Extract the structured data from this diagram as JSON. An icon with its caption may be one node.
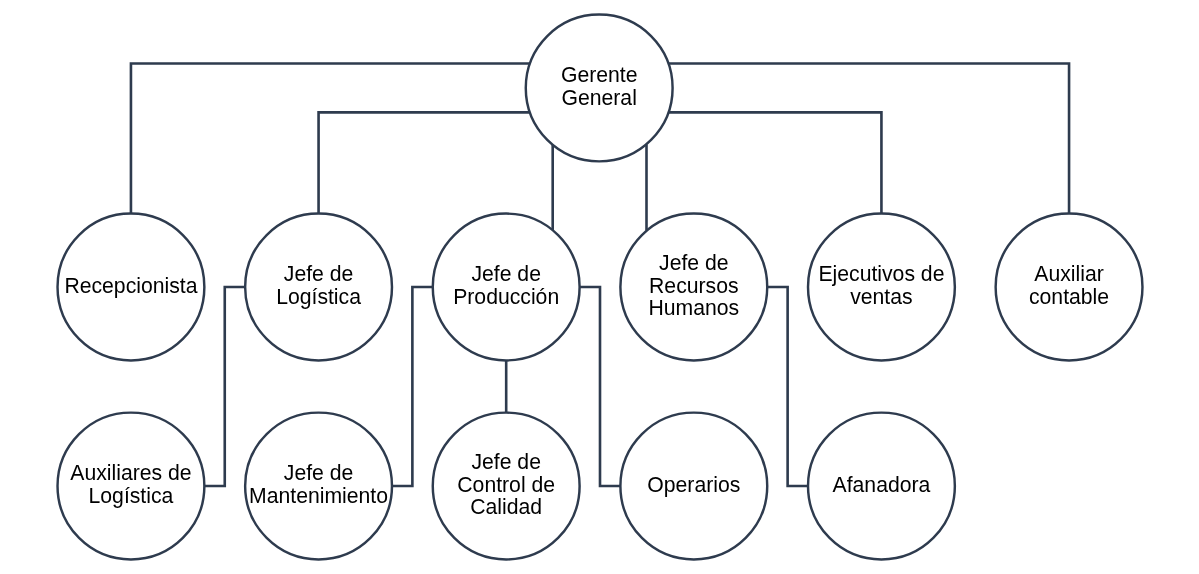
{
  "diagram": {
    "nodes": [
      {
        "text": [
          "Gerente General"
        ]
      },
      {
        "text": [
          "Recepcionista"
        ]
      },
      {
        "text": [
          "Jefe de Logística"
        ]
      },
      {
        "text": [
          "Jefe de Producción"
        ]
      },
      {
        "text": [
          "Jefe de Recursos Humanos"
        ]
      },
      {
        "text": [
          "Ejecutivos de ventas"
        ]
      },
      {
        "text": [
          "Auxiliar contable"
        ]
      },
      {
        "text": [
          "Auxiliares de Logística"
        ]
      },
      {
        "text": [
          "Jefe de Mantenimiento"
        ]
      },
      {
        "text": [
          "Jefe de Control de Calidad"
        ]
      },
      {
        "text": [
          "Operarios"
        ]
      },
      {
        "text": [
          "Afanadora"
        ]
      }
    ],
    "edges": [
      {
        "from": 0,
        "to": 1,
        "arrow": "none"
      },
      {
        "from": 0,
        "to": 2,
        "arrow": "none"
      },
      {
        "from": 0,
        "to": 3,
        "arrow": "none"
      },
      {
        "from": 0,
        "to": 4,
        "arrow": "none"
      },
      {
        "from": 0,
        "to": 5,
        "arrow": "none"
      },
      {
        "from": 0,
        "to": 6,
        "arrow": "none"
      },
      {
        "from": 2,
        "to": 7,
        "arrow": "none"
      },
      {
        "from": 3,
        "to": 8,
        "arrow": "none"
      },
      {
        "from": 3,
        "to": 9,
        "arrow": "none"
      },
      {
        "from": 3,
        "to": 10,
        "arrow": "none"
      },
      {
        "from": 4,
        "to": 11,
        "arrow": "none"
      }
    ]
  }
}
